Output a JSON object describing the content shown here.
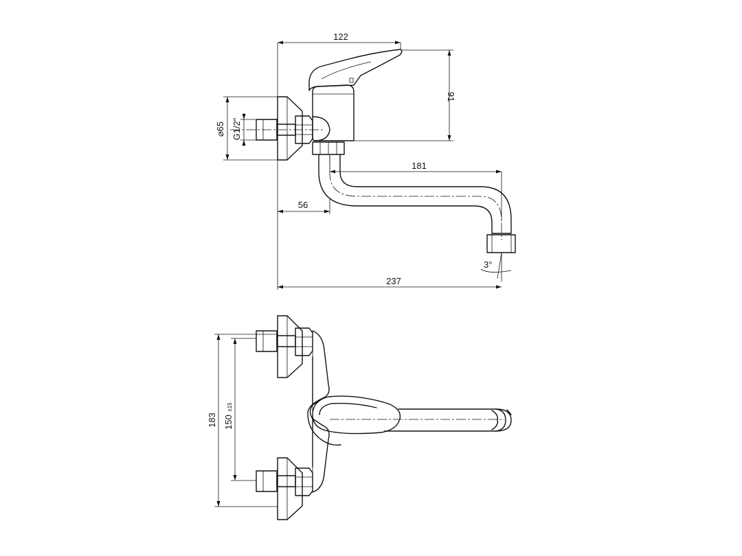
{
  "side_view": {
    "dim_width_top": "122",
    "dim_height_right": "91",
    "dim_flange_diameter": "⌀65",
    "dim_thread": "G1/2\"",
    "dim_spout_reach": "181",
    "dim_spout_offset": "56",
    "dim_total_length": "237",
    "dim_angle": "3°"
  },
  "top_view": {
    "dim_outer_height": "183",
    "dim_center_spacing": "150",
    "dim_tolerance": "±15"
  },
  "colors": {
    "line": "#111111",
    "background": "#ffffff"
  }
}
